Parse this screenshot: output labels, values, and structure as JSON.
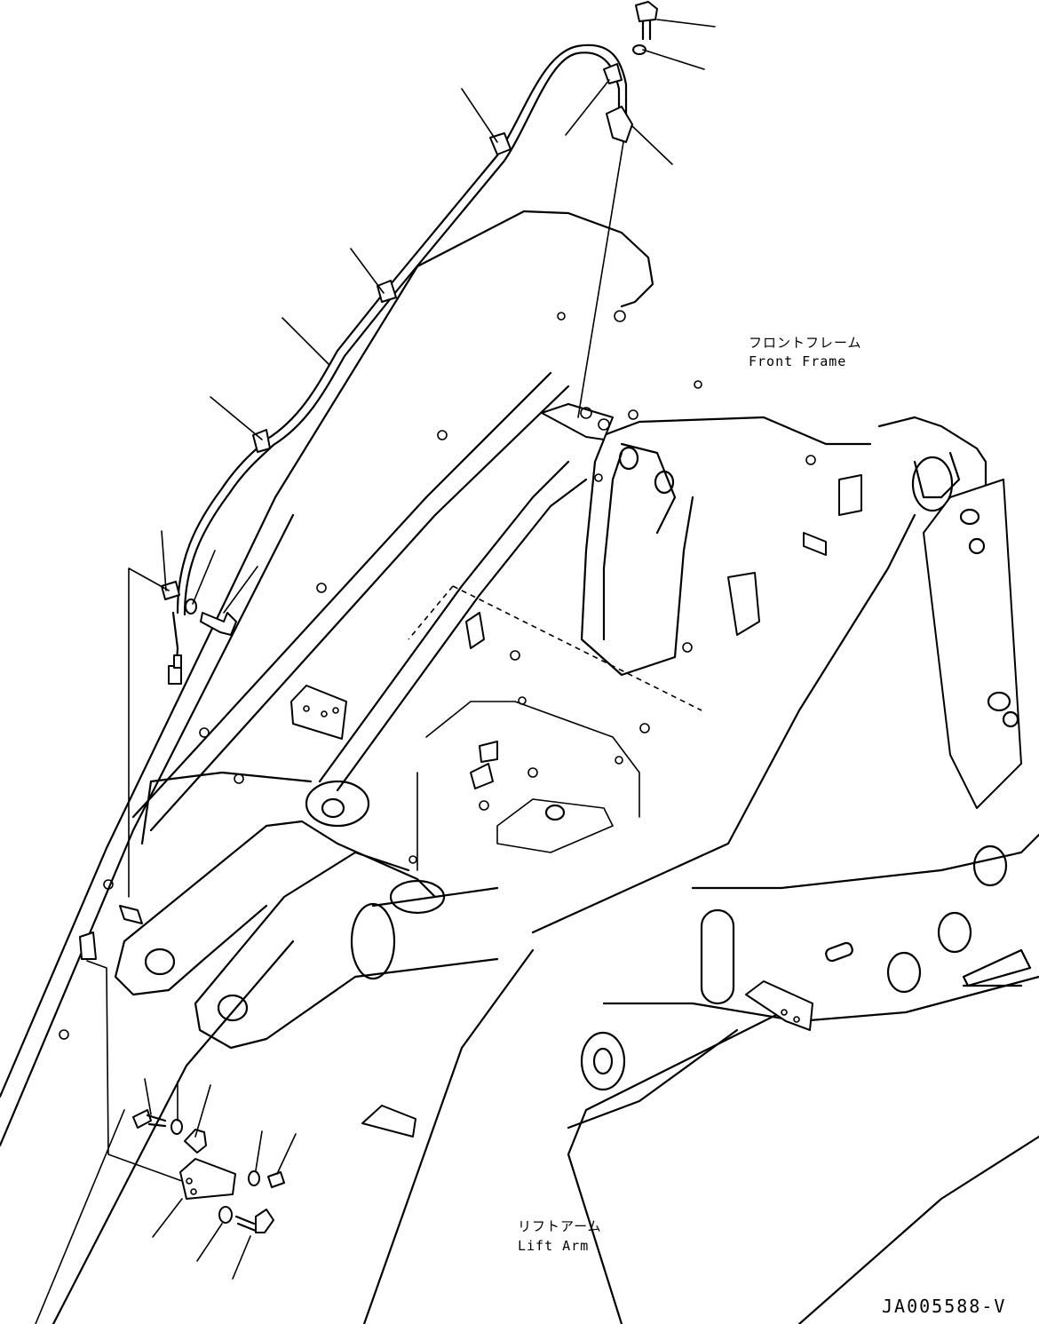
{
  "labels": {
    "front_frame_jp": "フロントフレーム",
    "front_frame_en": "Front Frame",
    "lift_arm_jp": "リフトアーム",
    "lift_arm_en": "Lift Arm"
  },
  "drawing_code": "JA005588-V"
}
